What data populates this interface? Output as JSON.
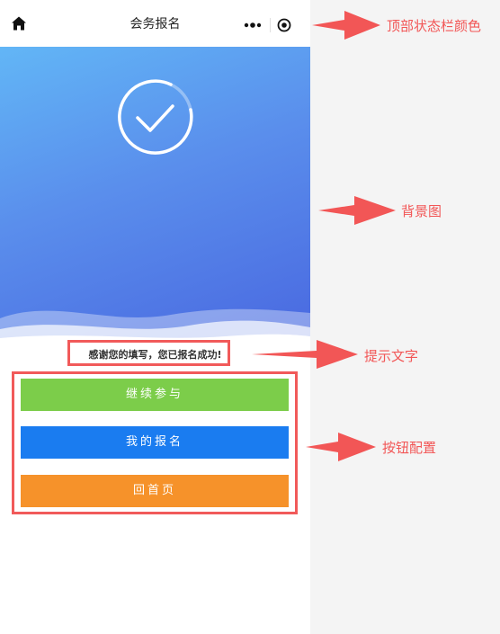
{
  "navbar": {
    "title": "会务报名",
    "home_icon": "home-icon",
    "more_icon": "more-dots-icon",
    "target_icon": "target-icon"
  },
  "hero": {
    "icon": "check-circle-icon",
    "colors": {
      "from": "#62b6f6",
      "to": "#4968e0"
    }
  },
  "tip": {
    "text": "感谢您的填写，您已报名成功!"
  },
  "buttons": [
    {
      "label": "继续参与",
      "color": "#7ccd4a"
    },
    {
      "label": "我的报名",
      "color": "#1a7cf0"
    },
    {
      "label": "回首页",
      "color": "#f6922a"
    }
  ],
  "annotations": {
    "navbar_color": "顶部状态栏颜色",
    "background_image": "背景图",
    "tip_text": "提示文字",
    "button_config": "按钮配置",
    "color": "#f25656"
  }
}
